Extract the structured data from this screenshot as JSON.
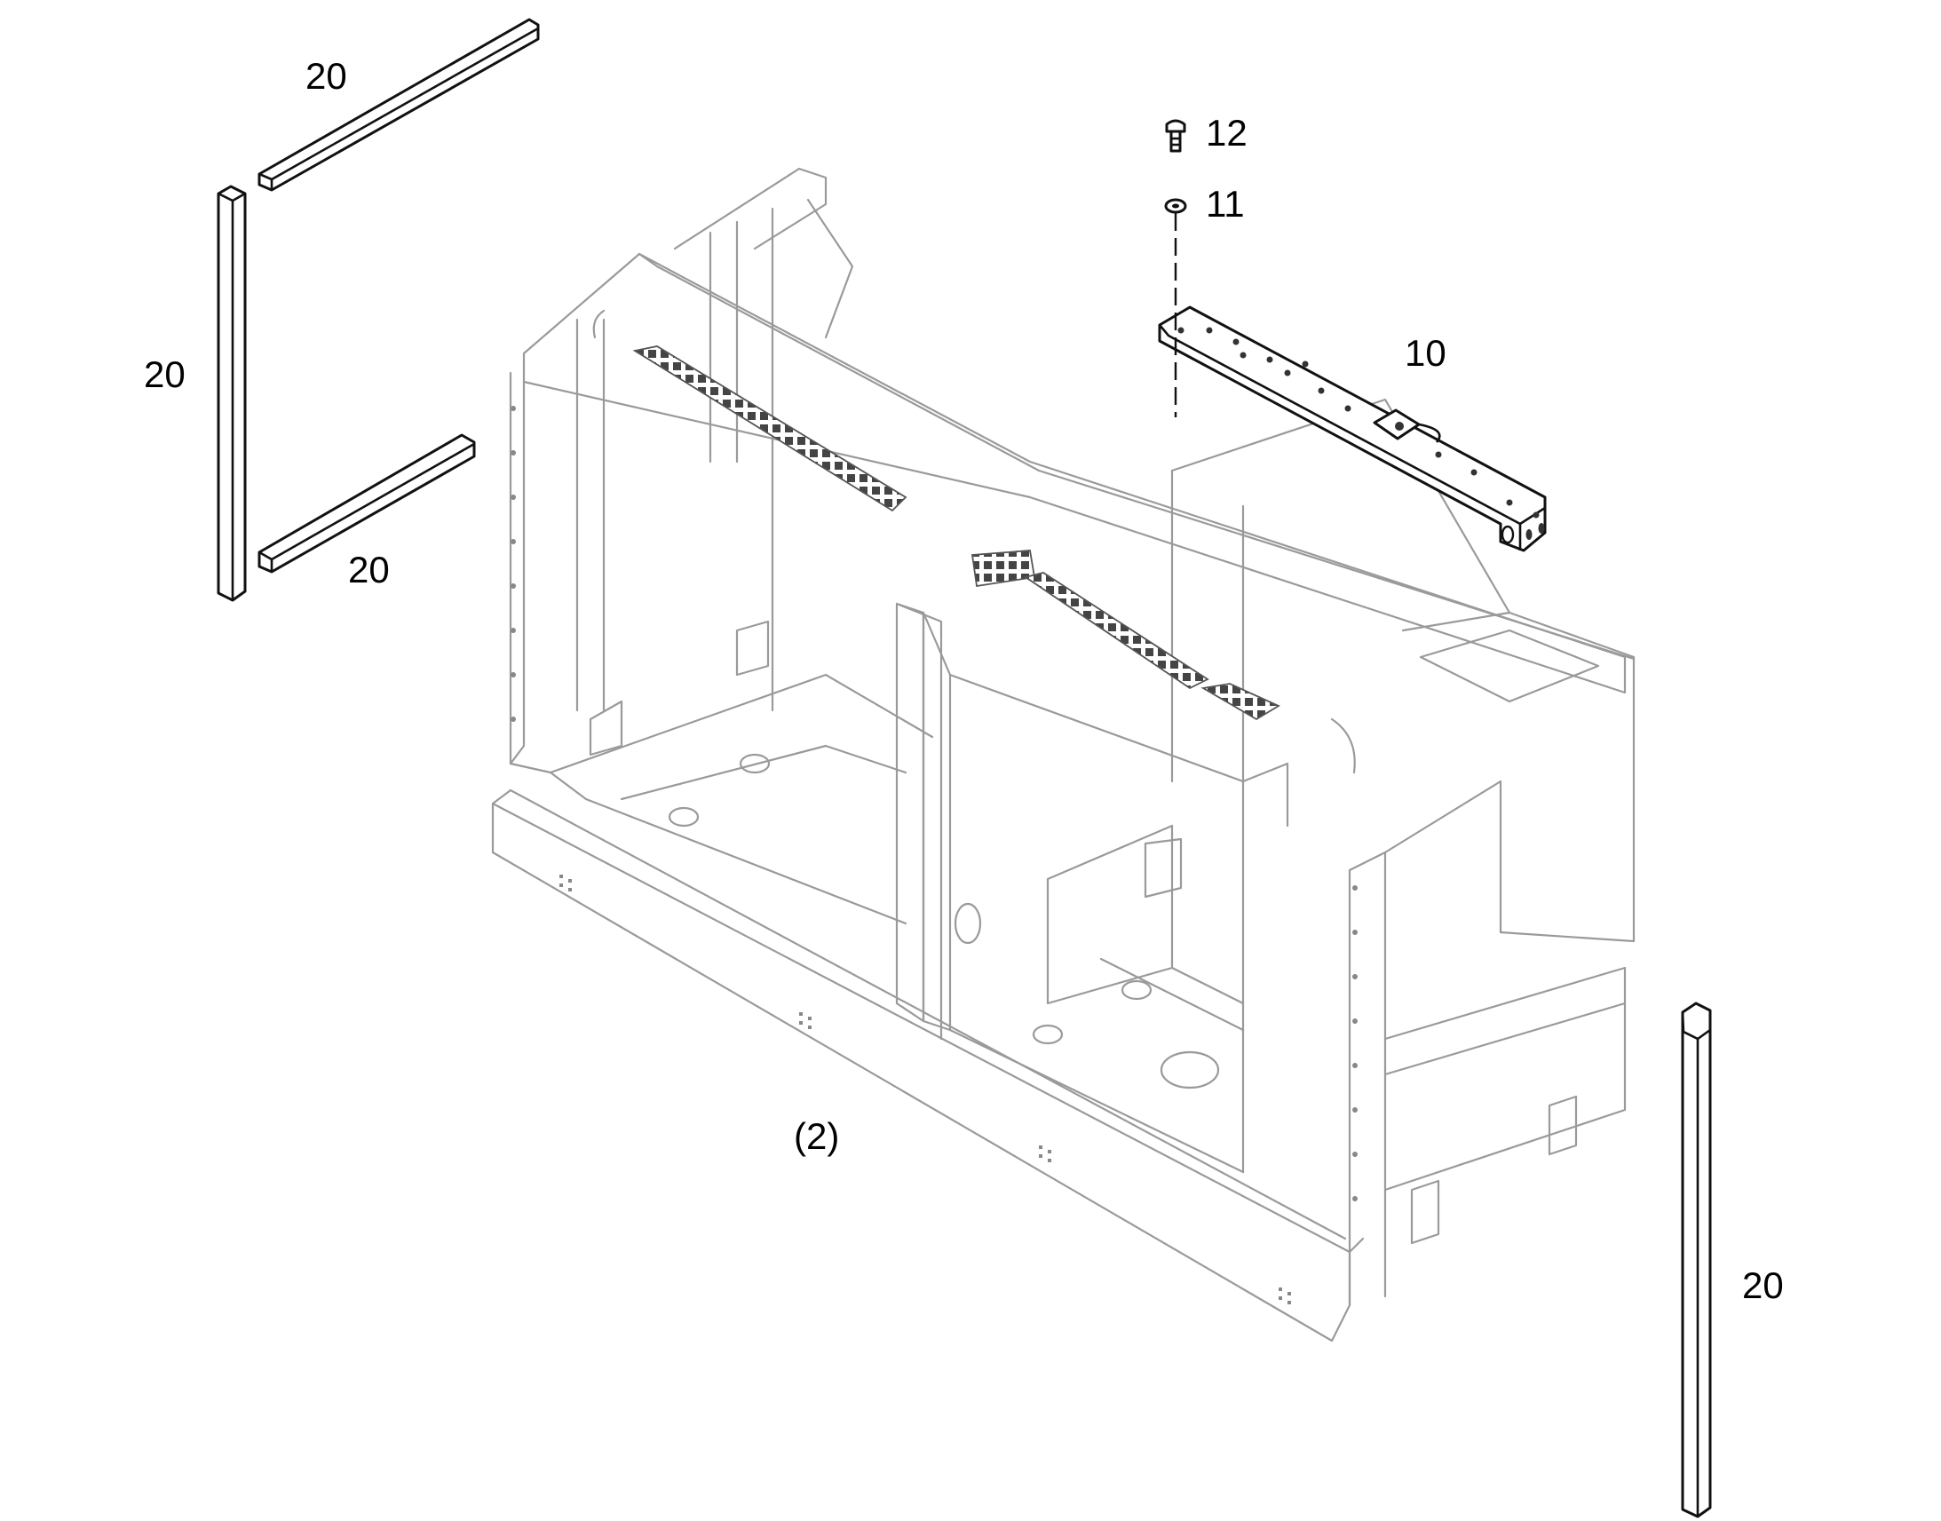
{
  "labels": {
    "strip_top_left": "20",
    "strip_vertical_left": "20",
    "strip_bottom_left": "20",
    "strip_right": "20",
    "bracket": "10",
    "washer": "11",
    "bolt": "12",
    "frame_assembly": "(2)"
  }
}
